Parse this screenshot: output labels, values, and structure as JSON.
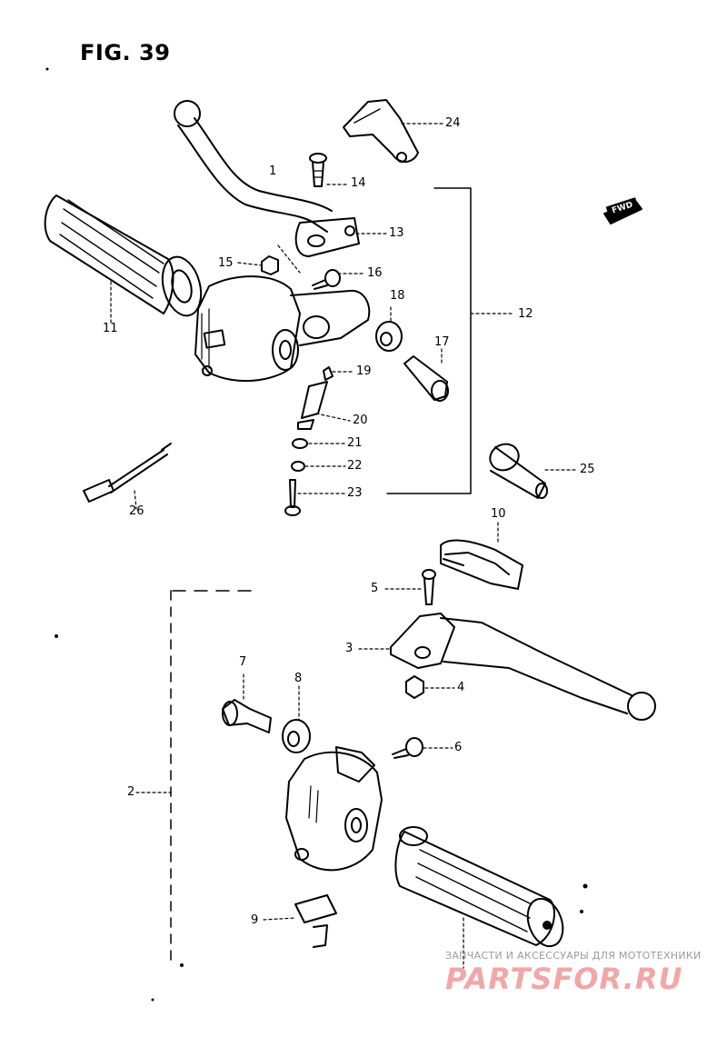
{
  "figure": {
    "title": "FIG. 39"
  },
  "fwd_badge": "FWD",
  "callouts": {
    "c1": "1",
    "c2": "2",
    "c3": "3",
    "c4": "4",
    "c5": "5",
    "c6": "6",
    "c7": "7",
    "c8": "8",
    "c9": "9",
    "c10": "10",
    "c11": "11",
    "c12": "12",
    "c13": "13",
    "c14": "14",
    "c15": "15",
    "c16": "16",
    "c17": "17",
    "c18": "18",
    "c19": "19",
    "c20": "20",
    "c21": "21",
    "c22": "22",
    "c23": "23",
    "c24": "24",
    "c25": "25",
    "c26": "26"
  },
  "watermark": {
    "top_text": "ЗАПЧАСТИ И АКСЕССУАРЫ ДЛЯ МОТОТЕХНИКИ",
    "logo_text": "PARTSFOR.RU"
  },
  "colors": {
    "ink": "#000000",
    "paper": "#ffffff",
    "watermark": "#f2a7a7"
  }
}
